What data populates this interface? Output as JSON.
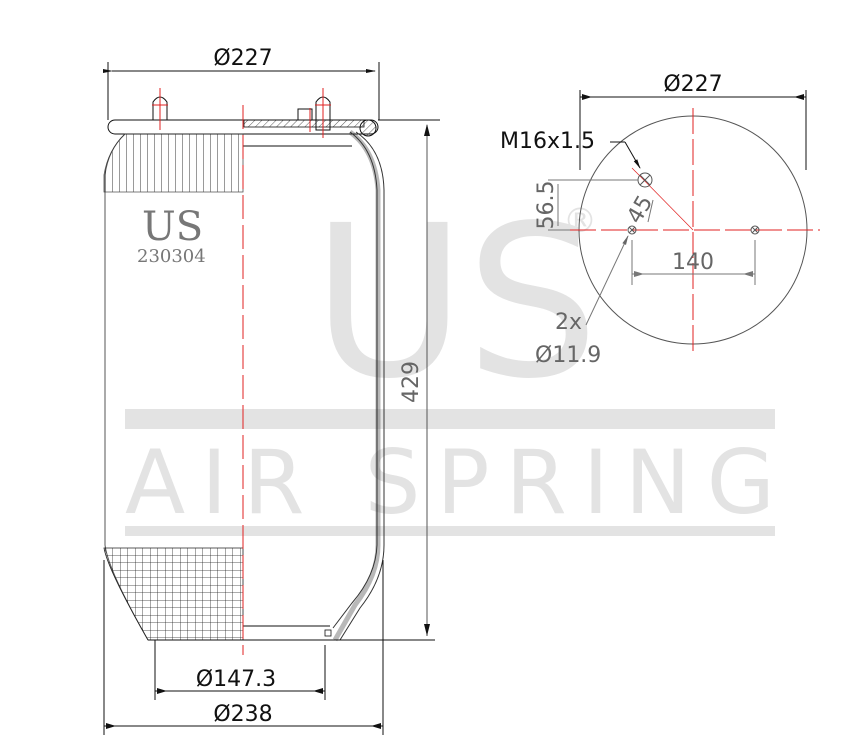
{
  "watermark": {
    "logo": "US",
    "registered": "®",
    "tagline": "AIR SPRING"
  },
  "side_view": {
    "brand": "US",
    "part_number": "230304",
    "top_diameter": "Ø227",
    "height": "429",
    "bottom_inner_diameter": "Ø147.3",
    "max_diameter": "Ø238"
  },
  "top_view": {
    "diameter": "Ø227",
    "thread": "M16x1.5",
    "offset_vertical": "56.5",
    "angle": "45",
    "bolt_spacing": "140",
    "hole_count": "2x",
    "hole_diameter": "Ø11.9"
  },
  "colors": {
    "line": "#111111",
    "dimension_gray": "#666666",
    "centerline": "#e02020",
    "watermark": "#e3e3e3"
  }
}
